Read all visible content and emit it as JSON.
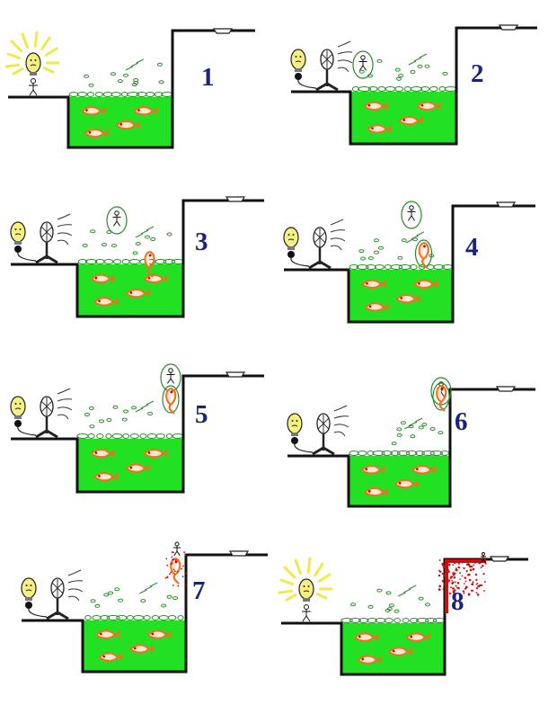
{
  "panels": [
    {
      "number": "1",
      "bulb": "lit",
      "fan": false,
      "stick": "ledge",
      "fish": null,
      "bubble": false
    },
    {
      "number": "2",
      "bulb": "off",
      "fan": true,
      "stick": "bubble",
      "fish": null,
      "bubble": true
    },
    {
      "number": "3",
      "bulb": "off",
      "fan": true,
      "stick": "bubble",
      "fish": "surface",
      "bubble": true
    },
    {
      "number": "4",
      "bulb": "off",
      "fan": true,
      "stick": "bubble",
      "fish": "bubble",
      "bubble": true
    },
    {
      "number": "5",
      "bulb": "off",
      "fan": true,
      "stick": "bubble",
      "fish": "bubble",
      "bubble": true
    },
    {
      "number": "6",
      "bulb": "off",
      "fan": true,
      "stick": "bubble",
      "fish": "bubble",
      "bubble": true
    },
    {
      "number": "7",
      "bulb": "off",
      "fan": true,
      "stick": "top",
      "fish": "air",
      "bubble": false
    },
    {
      "number": "8",
      "bulb": "lit",
      "fan": false,
      "stick": "ledge",
      "fish": null,
      "bubble": false,
      "splatter": true
    }
  ],
  "colors": {
    "water": "#22e022",
    "number": "#1a237e",
    "fish": "#f07020",
    "splatter": "#c81010",
    "bulb": "#f5f080",
    "mist": "#2a8a2a"
  },
  "icons": [
    "light-bulb-icon",
    "fan-icon",
    "stick-figure-icon",
    "fish-icon",
    "bowl-icon"
  ]
}
